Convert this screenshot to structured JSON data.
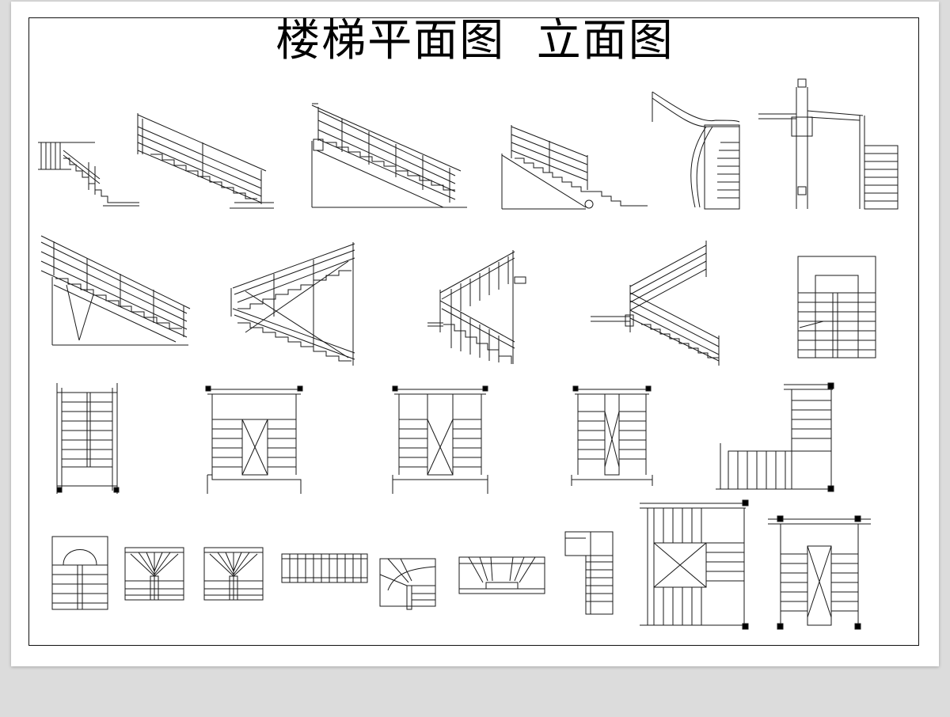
{
  "title": "楼梯平面图  立面图",
  "colors": {
    "line": "#1a1a1a",
    "paper": "#ffffff",
    "background": "#dcdcdc",
    "fill": "#000000"
  },
  "elevations": [
    "straight-stair-small",
    "straight-stair-railing",
    "straight-stair-long",
    "straight-stair-landing",
    "curved-stair",
    "column-stair",
    "inclined-stair-support",
    "double-flight-z",
    "double-flight-v",
    "double-flight-offset"
  ],
  "plans": [
    "plan-single",
    "plan-double-a",
    "plan-double-b",
    "plan-double-c",
    "plan-l-shape",
    "plan-winder-a",
    "plan-winder-b",
    "plan-winder-c",
    "plan-straight",
    "plan-quarter-turn",
    "plan-winder-d",
    "plan-narrow",
    "plan-square",
    "plan-double-d",
    "plan-small-square"
  ]
}
